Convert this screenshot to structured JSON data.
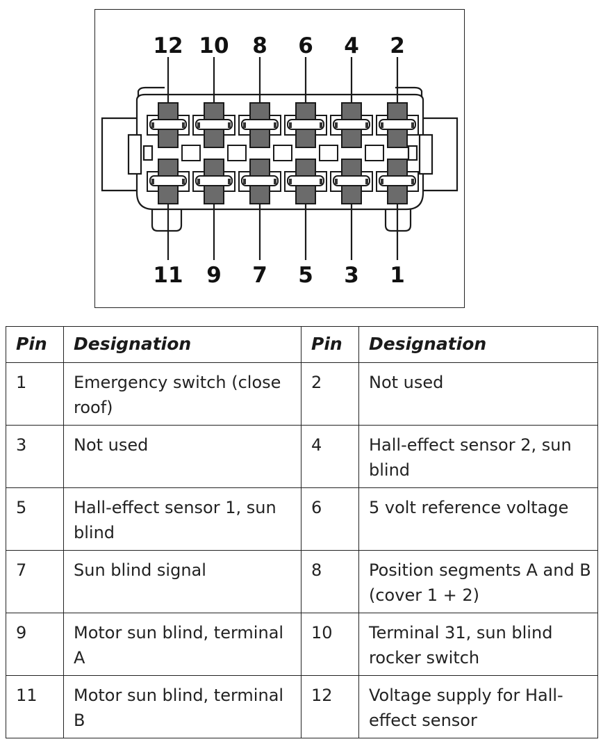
{
  "connector": {
    "top_pins": [
      "12",
      "10",
      "8",
      "6",
      "4",
      "2"
    ],
    "bottom_pins": [
      "11",
      "9",
      "7",
      "5",
      "3",
      "1"
    ]
  },
  "table": {
    "headers": [
      "Pin",
      "Designation",
      "Pin",
      "Designation"
    ],
    "rows": [
      {
        "pin_left": "1",
        "designation_left": "Emergency switch (close roof)",
        "pin_right": "2",
        "designation_right": "Not used"
      },
      {
        "pin_left": "3",
        "designation_left": "Not used",
        "pin_right": "4",
        "designation_right": "Hall-effect sensor 2, sun blind"
      },
      {
        "pin_left": "5",
        "designation_left": "Hall-effect sensor 1, sun blind",
        "pin_right": "6",
        "designation_right": "5 volt reference voltage"
      },
      {
        "pin_left": "7",
        "designation_left": "Sun blind signal",
        "pin_right": "8",
        "designation_right": "Position segments A and B (cover 1 + 2)"
      },
      {
        "pin_left": "9",
        "designation_left": "Motor sun blind, terminal A",
        "pin_right": "10",
        "designation_right": "Terminal 31, sun blind rocker switch"
      },
      {
        "pin_left": "11",
        "designation_left": "Motor sun blind, terminal B",
        "pin_right": "12",
        "designation_right": "Voltage supply for Hall-effect sensor"
      }
    ]
  }
}
